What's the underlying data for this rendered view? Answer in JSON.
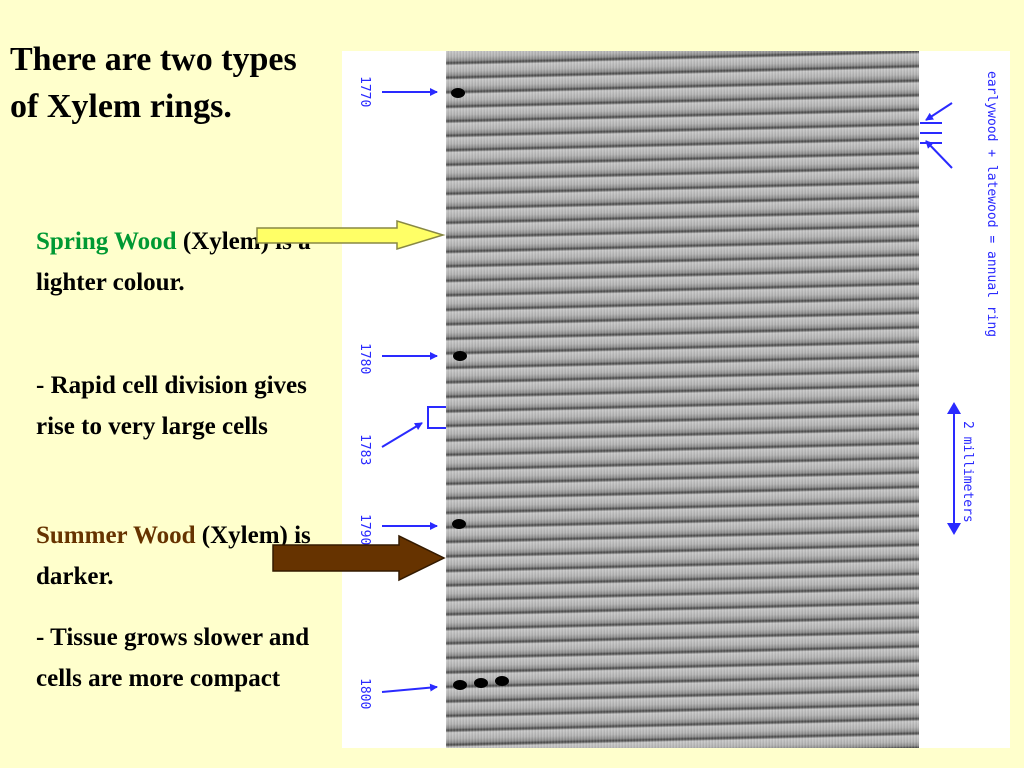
{
  "slide": {
    "title": "There are two types of Xylem rings.",
    "spring": {
      "heading": "Spring Wood",
      "rest": " (Xylem) is  a lighter colour.",
      "detail": "- Rapid cell division gives rise to very large cells"
    },
    "summer": {
      "heading": "Summer Wood",
      "rest": " (Xylem) is darker.",
      "detail": "- Tissue grows slower and cells are more compact"
    }
  },
  "figure": {
    "years": [
      "1770",
      "1780",
      "1783",
      "1790",
      "1800"
    ],
    "annual_ring_note": "earlywood + latewood = annual ring",
    "scale_label": "2 millimeters"
  },
  "colors": {
    "background": "#ffffcc",
    "spring_heading": "#009933",
    "summer_heading": "#663300",
    "spring_arrow": "#ffff66",
    "summer_arrow": "#663300",
    "annotation_blue": "#2a2aff"
  }
}
